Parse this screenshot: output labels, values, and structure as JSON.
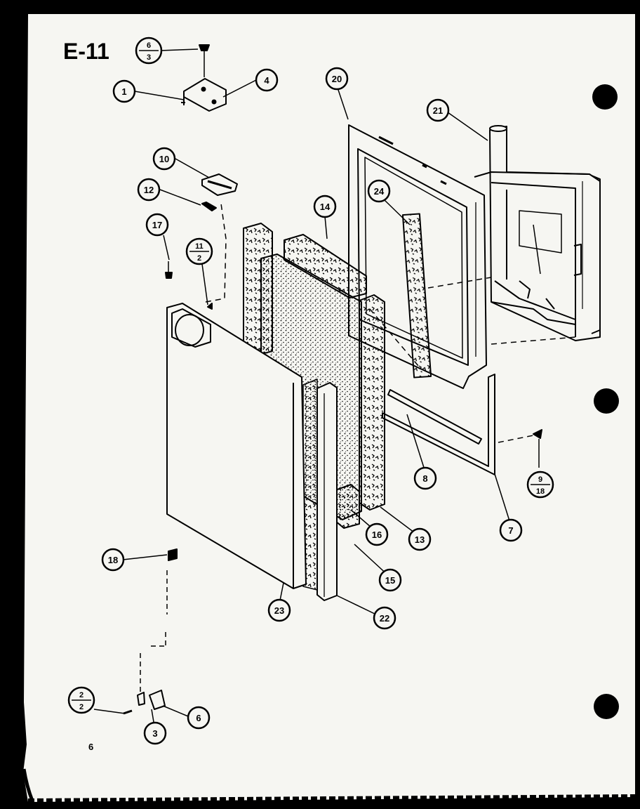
{
  "page": {
    "section": "E-11",
    "page_number": "6"
  },
  "callouts": {
    "c1": "1",
    "c3": "3",
    "c4": "4",
    "c6": "6",
    "c7": "7",
    "c8": "8",
    "c10": "10",
    "c12": "12",
    "c13": "13",
    "c14": "14",
    "c15": "15",
    "c16": "16",
    "c17": "17",
    "c18": "18",
    "c20": "20",
    "c21": "21",
    "c22": "22",
    "c23": "23",
    "c24": "24"
  },
  "fractions": {
    "f63": {
      "top": "6",
      "bottom": "3"
    },
    "f112": {
      "top": "11",
      "bottom": "2"
    },
    "f918": {
      "top": "9",
      "bottom": "18"
    },
    "f22": {
      "top": "2",
      "bottom": "2"
    }
  },
  "colors": {
    "paper": "#f6f6f2",
    "ink": "#000000",
    "background": "#000000"
  }
}
